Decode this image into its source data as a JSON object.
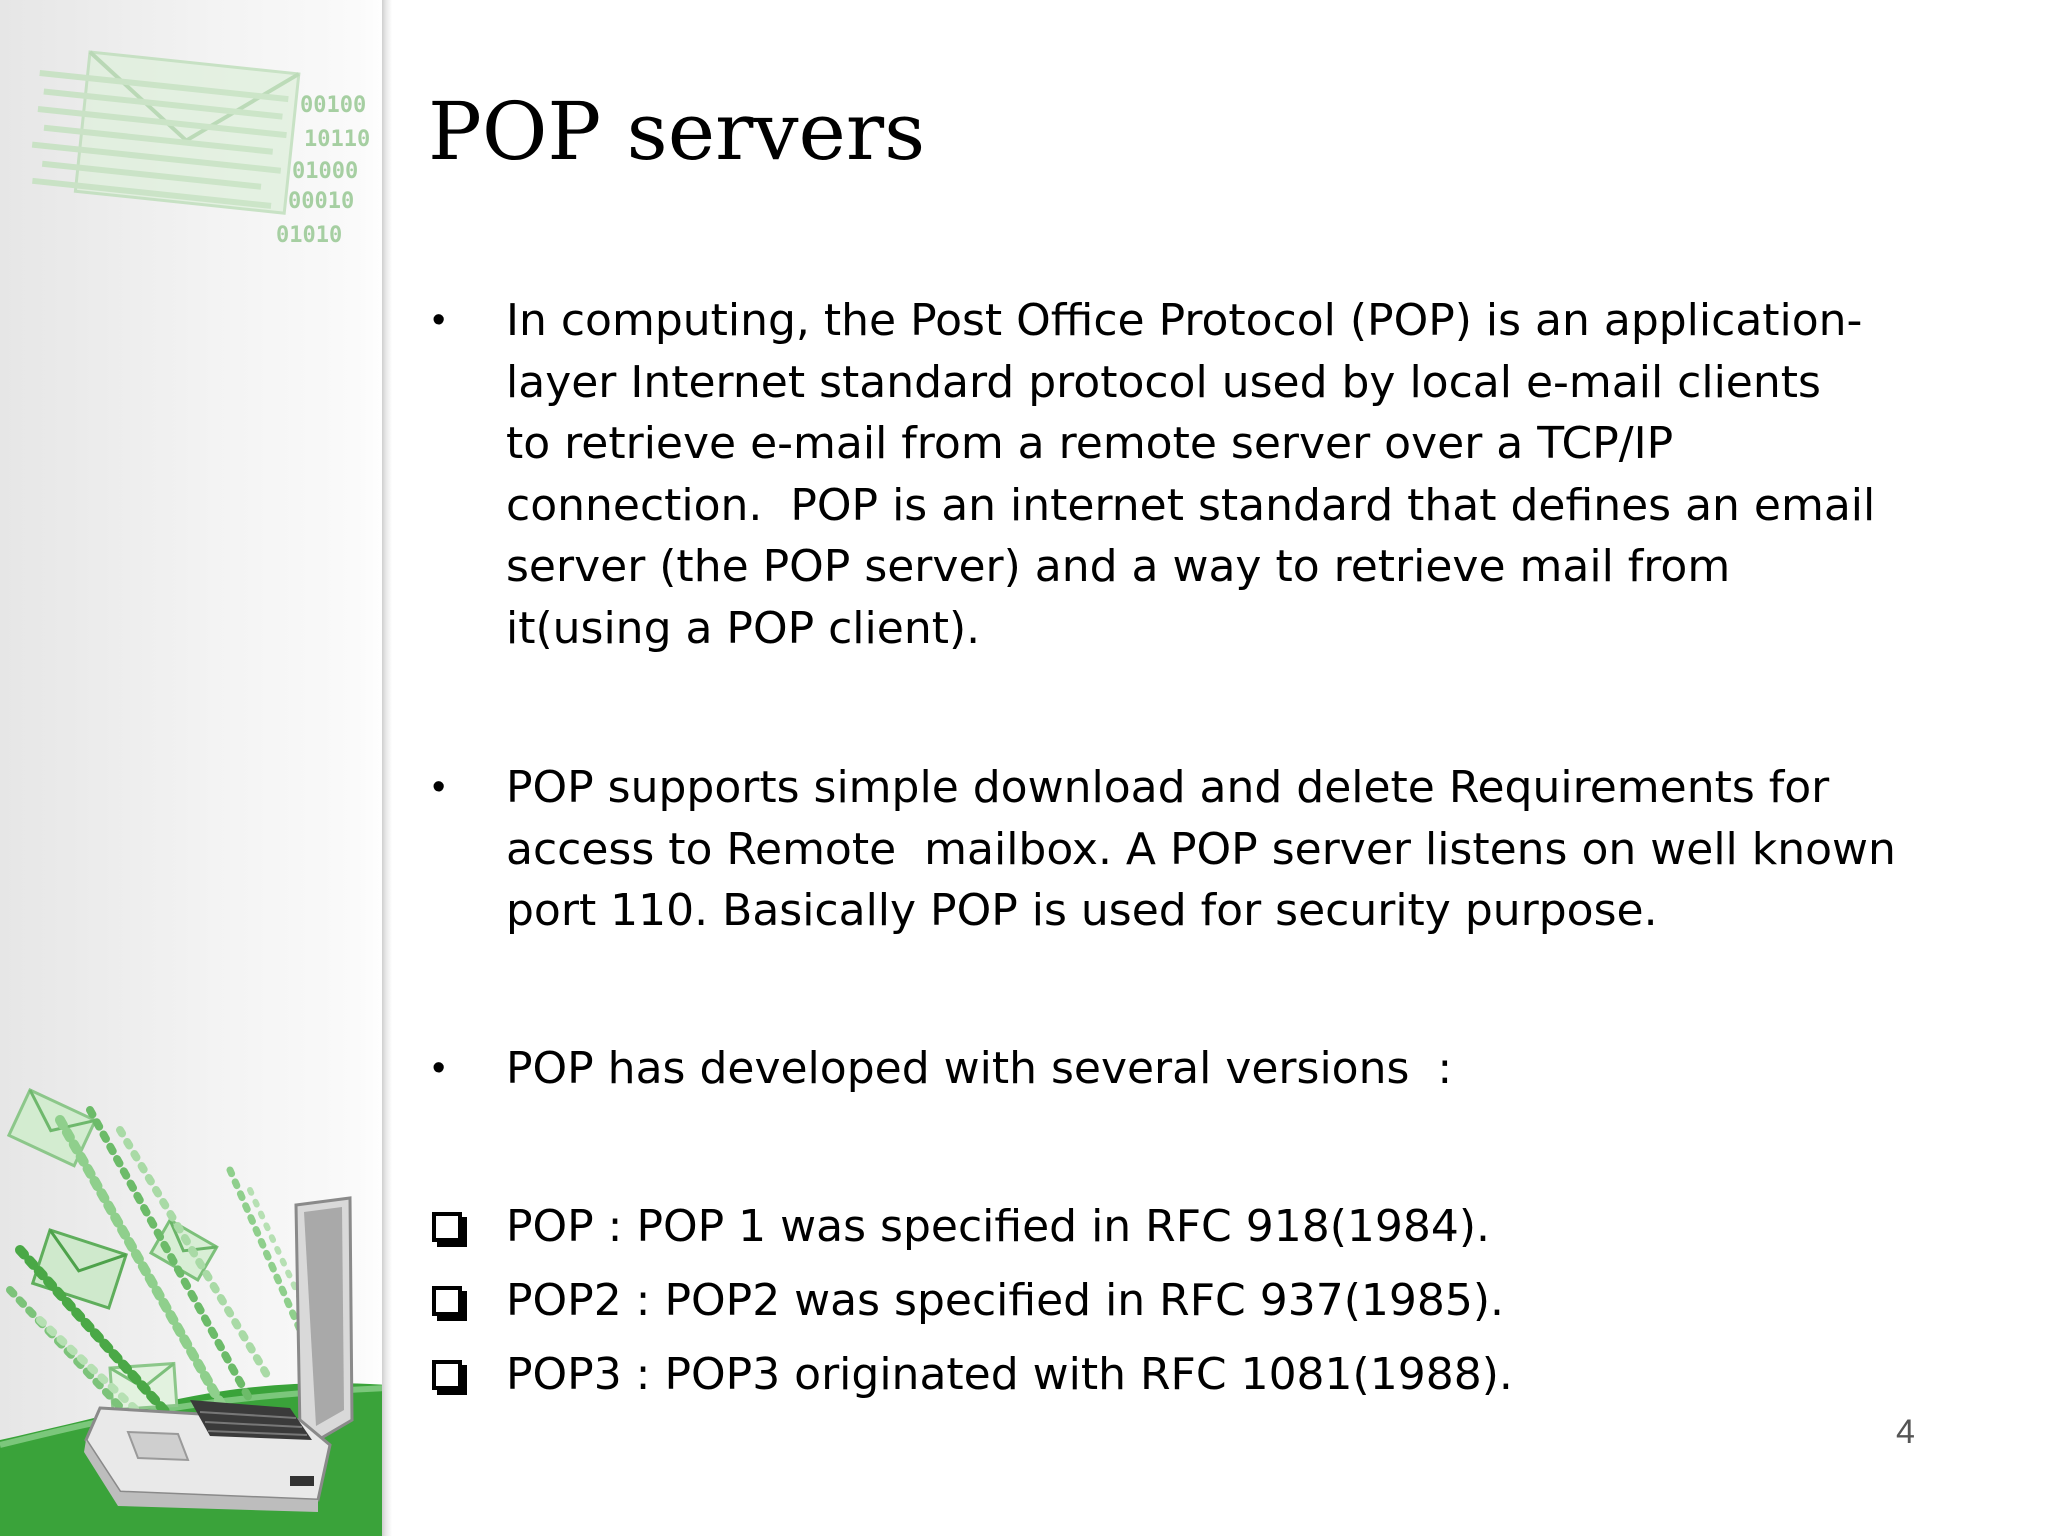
{
  "slide": {
    "title": "POP servers",
    "bullets": [
      "In computing, the Post Office Protocol (POP) is an application-\nlayer Internet standard protocol used by local e-mail clients\nto retrieve e-mail from a remote server over a TCP/IP\nconnection.  POP is an internet standard that defines an email\nserver (the POP server) and a way to retrieve mail from\nit(using a POP client).",
      "POP supports simple download and delete Requirements for\naccess to Remote  mailbox. A POP server listens on well known\nport 110. Basically POP is used for security purpose.",
      "POP has developed with several versions  :"
    ],
    "bullet_marker": "•",
    "versions": [
      "POP : POP 1 was specified in RFC 918(1984).",
      "POP2 : POP2 was specified in RFC 937(1985).",
      "POP3 : POP3 originated with RFC 1081(1988)."
    ],
    "page_number": "4"
  },
  "theme": {
    "accent_green": "#3aa33a",
    "light_green": "#9fd39f",
    "sidebar_gray": "#eeeeee"
  },
  "decorations": {
    "top_left": "envelope-icon with binary digits",
    "bottom_left": "laptop-icon with flying envelopes and binary streams"
  }
}
